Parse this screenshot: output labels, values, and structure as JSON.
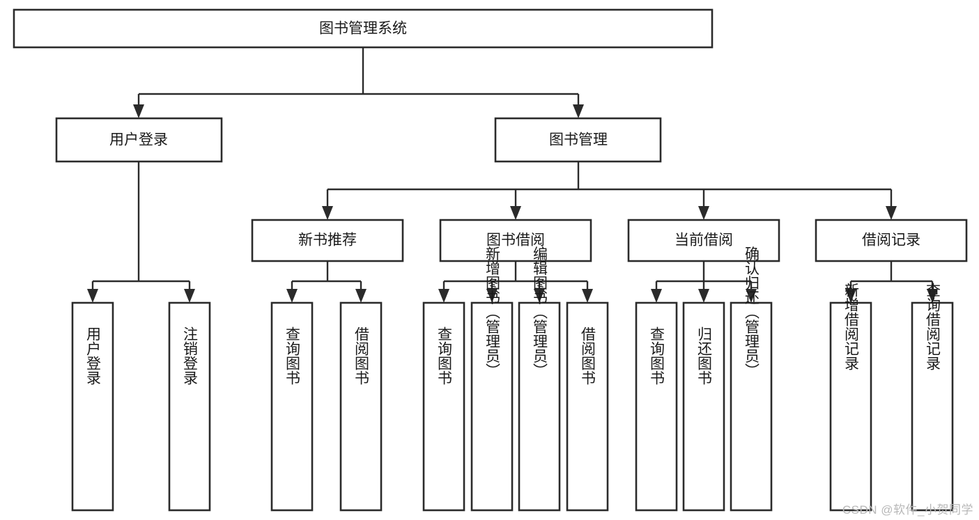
{
  "diagram": {
    "type": "tree",
    "title": "图书管理系统",
    "watermark": "CSDN @软件_小贺同学",
    "accent_color": "#2b2b2b",
    "background_color": "#ffffff",
    "nodes": {
      "root": {
        "label": "图书管理系统"
      },
      "l2": [
        {
          "id": "user-login",
          "label": "用户登录"
        },
        {
          "id": "book-manage",
          "label": "图书管理"
        }
      ],
      "l3": [
        {
          "id": "new-book-rec",
          "label": "新书推荐"
        },
        {
          "id": "book-borrow",
          "label": "图书借阅"
        },
        {
          "id": "current-borrow",
          "label": "当前借阅"
        },
        {
          "id": "borrow-record",
          "label": "借阅记录"
        }
      ],
      "leaves": {
        "user_login": [
          {
            "id": "leaf-user-login",
            "label": "用户登录"
          },
          {
            "id": "leaf-logout-login",
            "label": "注销登录"
          }
        ],
        "new_book_rec": [
          {
            "id": "leaf-query-book-1",
            "label": "查询图书"
          },
          {
            "id": "leaf-borrow-book-1",
            "label": "借阅图书"
          }
        ],
        "book_borrow": [
          {
            "id": "leaf-query-book-2",
            "label": "查询图书"
          },
          {
            "id": "leaf-add-book",
            "label": "新增图书（管理员）"
          },
          {
            "id": "leaf-edit-book",
            "label": "编辑图书（管理员）"
          },
          {
            "id": "leaf-borrow-book-2",
            "label": "借阅图书"
          }
        ],
        "current_borrow": [
          {
            "id": "leaf-query-book-3",
            "label": "查询图书"
          },
          {
            "id": "leaf-return-book",
            "label": "归还图书"
          },
          {
            "id": "leaf-confirm-return",
            "label": "确认归还（管理员）"
          }
        ],
        "borrow_record": [
          {
            "id": "leaf-add-record",
            "label": "新增借阅记录"
          },
          {
            "id": "leaf-query-record",
            "label": "查询借阅记录"
          }
        ]
      }
    }
  }
}
